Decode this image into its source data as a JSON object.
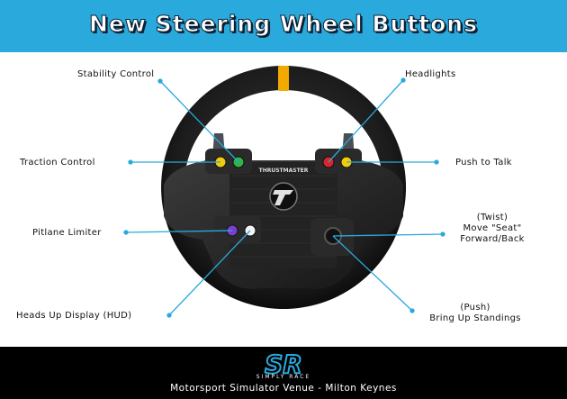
{
  "header": {
    "title": "New Steering Wheel Buttons"
  },
  "labels": {
    "stability_control": "Stability Control",
    "traction_control": "Traction Control",
    "pitlane_limiter": "Pitlane Limiter",
    "heads_up_display": "Heads Up Display (HUD)",
    "headlights": "Headlights",
    "push_to_talk": "Push to Talk",
    "twist_line1": "(Twist)",
    "twist_line2": "Move \"Seat\"",
    "twist_line3": "Forward/Back",
    "push_line1": "(Push)",
    "push_line2": "Bring Up Standings"
  },
  "wheel": {
    "brand": "THRUSTMASTER"
  },
  "footer": {
    "logo_text": "SR",
    "brand_name": "SIMPLY RACE",
    "venue": "Motorsport Simulator Venue - Milton Keynes"
  },
  "colors": {
    "banner": "#2aa9dd",
    "leader_line": "#2aa9dd",
    "footer": "#000000",
    "top_marker": "#f2a900"
  }
}
